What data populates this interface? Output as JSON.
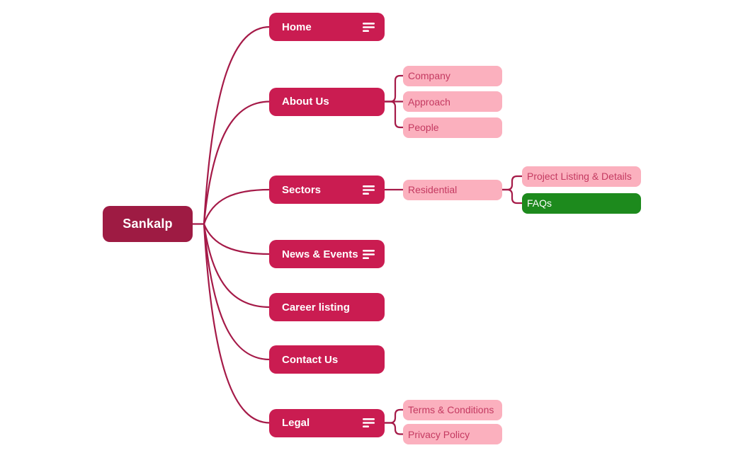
{
  "diagram_title": "Sankalp sitemap mind map",
  "root": {
    "label": "Sankalp"
  },
  "branches": [
    {
      "label": "Home",
      "icon": "list-icon"
    },
    {
      "label": "About Us",
      "icon": null
    },
    {
      "label": "Sectors",
      "icon": "list-icon"
    },
    {
      "label": "News & Events",
      "icon": "list-icon"
    },
    {
      "label": "Career listing",
      "icon": null
    },
    {
      "label": "Contact Us",
      "icon": null
    },
    {
      "label": "Legal",
      "icon": "list-icon"
    }
  ],
  "subnodes": {
    "company": "Company",
    "approach": "Approach",
    "people": "People",
    "residential": "Residential",
    "project_listing": "Project Listing & Details",
    "faqs": "FAQs",
    "terms": "Terms & Conditions",
    "privacy": "Privacy Policy"
  },
  "hierarchy": {
    "Sankalp": {
      "Home": [],
      "About Us": [
        "Company",
        "Approach",
        "People"
      ],
      "Sectors": {
        "Residential": [
          "Project Listing & Details",
          "FAQs"
        ]
      },
      "News & Events": [],
      "Career listing": [],
      "Contact Us": [],
      "Legal": [
        "Terms & Conditions",
        "Privacy Policy"
      ]
    }
  },
  "colors": {
    "root_bg": "#9e1b43",
    "branch_bg": "#ca1c51",
    "leaf_bg": "#fbb0be",
    "leaf_text": "#c43a61",
    "highlight_bg": "#1d8a1d",
    "connector": "#a51a48",
    "background": "#ffffff"
  }
}
